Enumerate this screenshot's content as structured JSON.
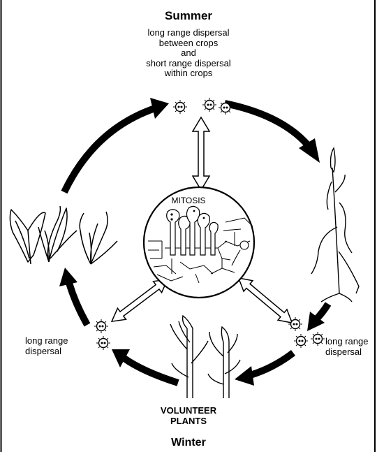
{
  "diagram": {
    "season_top": "Summer",
    "season_bottom": "Winter",
    "summer_dispersal_text": "long range dispersal\nbetween crops\nand\nshort range dispersal\nwithin crops",
    "center_label": "MITOSIS",
    "left_dispersal_text": "long range\ndispersal",
    "right_dispersal_text": "long range\ndispersal",
    "bottom_plants_text": "VOLUNTEER\nPLANTS",
    "colors": {
      "ink": "#000000",
      "background": "#ffffff"
    }
  }
}
